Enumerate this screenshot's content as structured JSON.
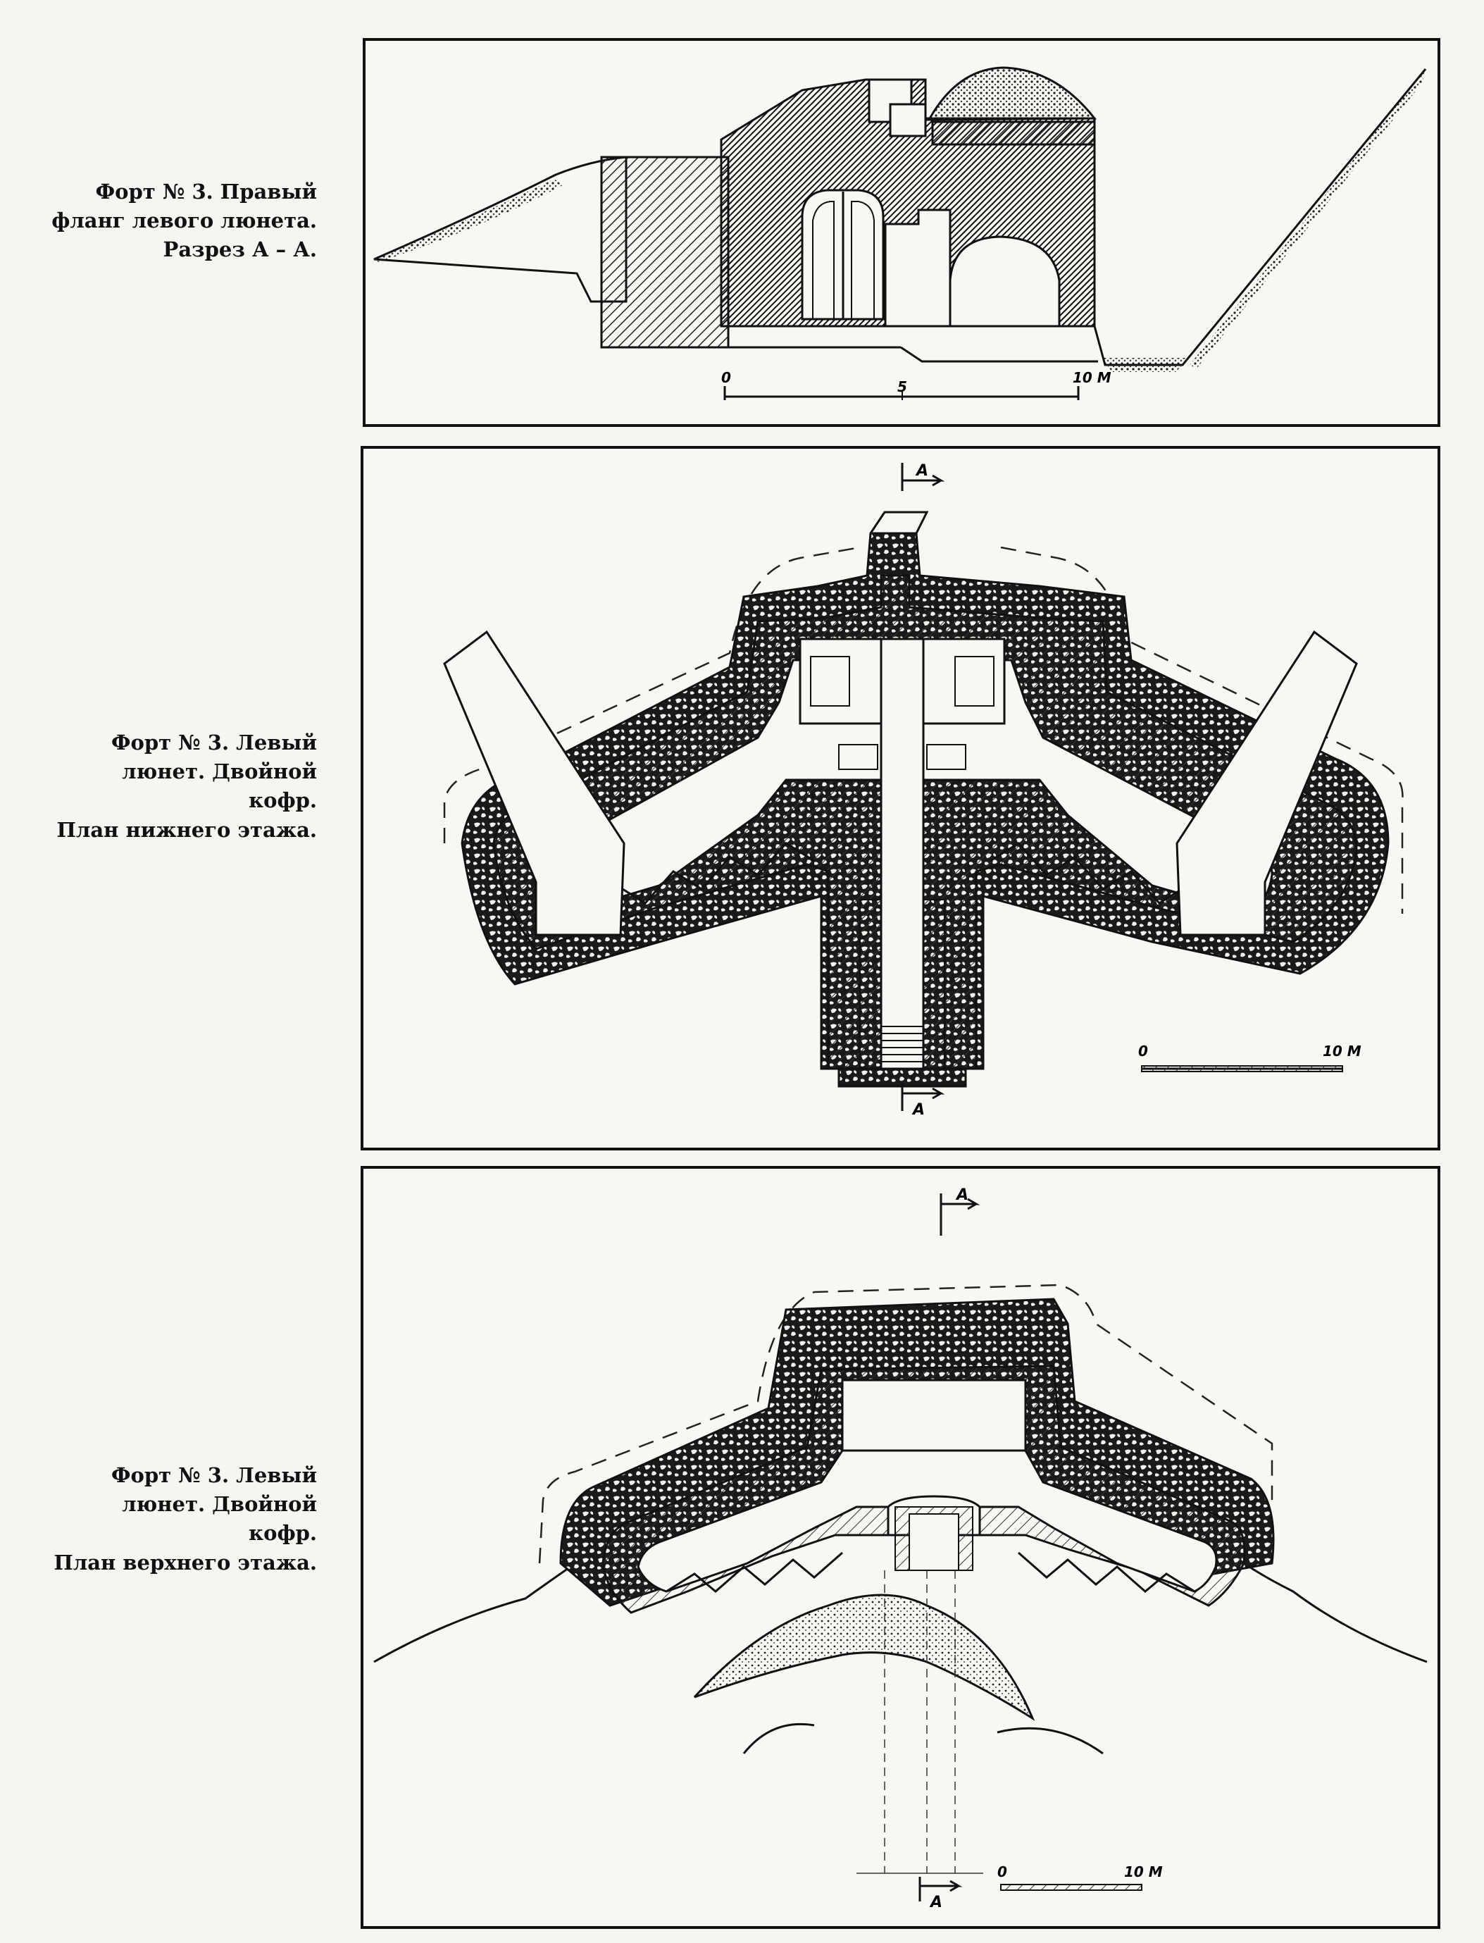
{
  "figures": [
    {
      "caption": [
        "Форт № 3. Правый",
        "фланг левого люнета.",
        "Разрез А – А."
      ],
      "scale": {
        "start": "0",
        "mid": "5",
        "end": "10 М"
      }
    },
    {
      "caption": [
        "Форт № 3. Левый",
        "люнет. Двойной кофр.",
        "План нижнего этажа."
      ],
      "section_marks": [
        "А",
        "А"
      ],
      "scale": {
        "start": "0",
        "end": "10 М"
      }
    },
    {
      "caption": [
        "Форт № 3. Левый",
        "люнет. Двойной кофр.",
        "План верхнего этажа."
      ],
      "section_marks": [
        "А",
        "А"
      ],
      "scale": {
        "start": "0",
        "end": "10 М"
      }
    }
  ]
}
